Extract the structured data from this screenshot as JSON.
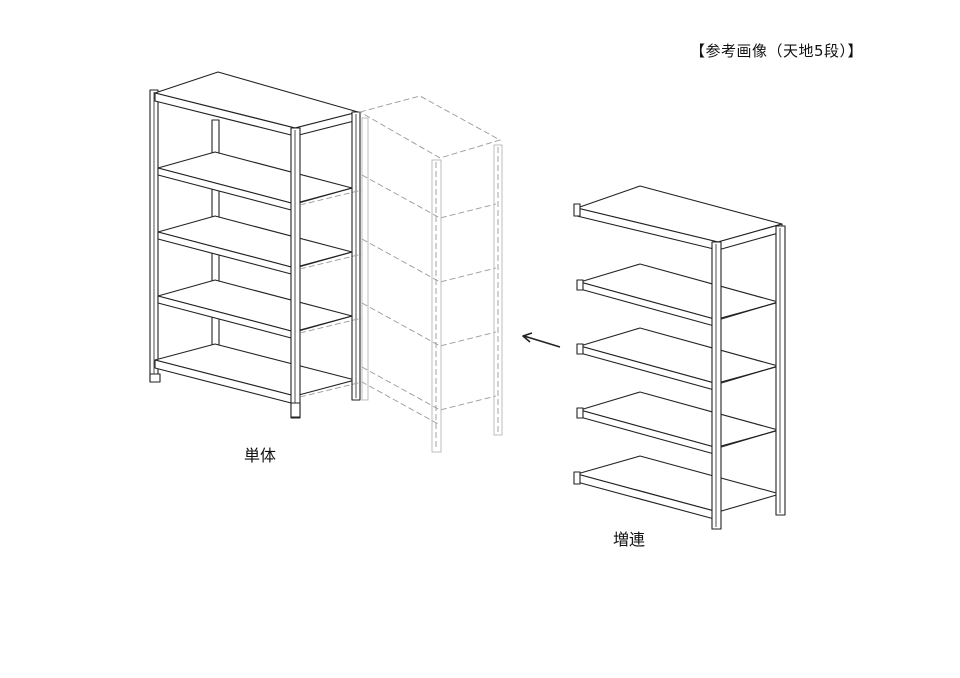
{
  "header": {
    "title": "【参考画像（天地5段）】"
  },
  "labels": {
    "single_unit": "単体",
    "add_on_unit": "増連"
  }
}
